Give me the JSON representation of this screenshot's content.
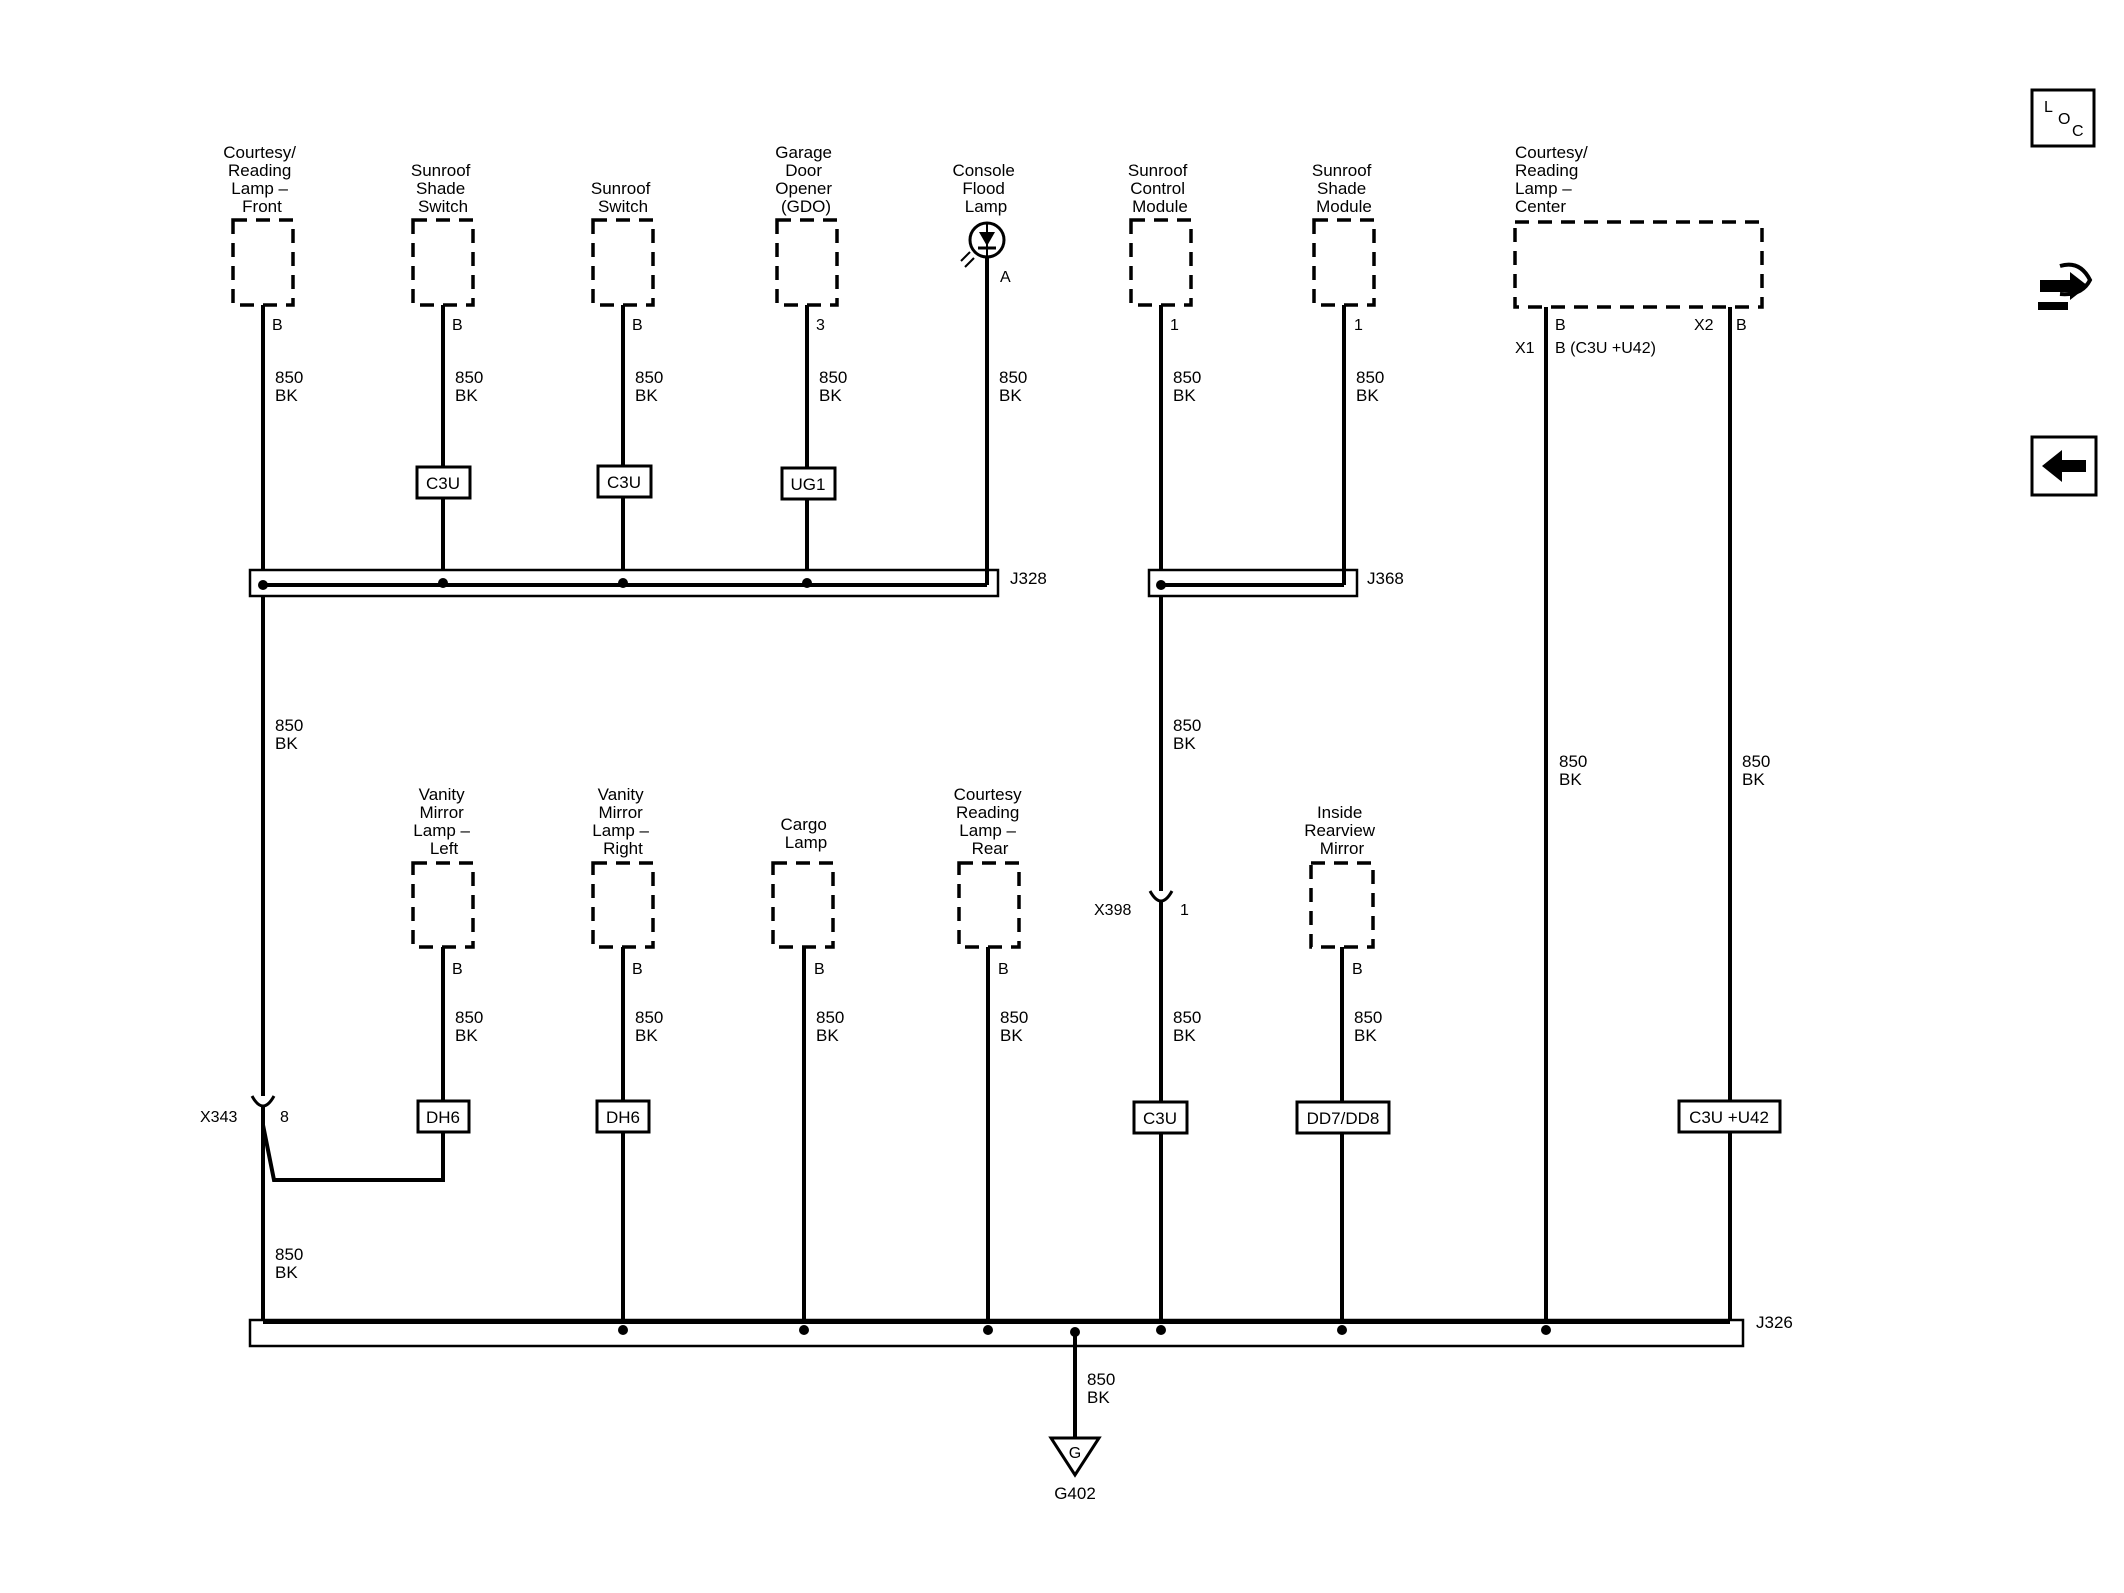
{
  "components": {
    "front_lamp": [
      "Courtesy/",
      "Reading",
      "Lamp –",
      "Front"
    ],
    "shade_switch": [
      "Sunroof",
      "Shade",
      "Switch"
    ],
    "sunroof_switch": [
      "Sunroof",
      "Switch"
    ],
    "gdo": [
      "Garage",
      "Door",
      "Opener",
      "(GDO)"
    ],
    "flood_lamp": [
      "Console",
      "Flood",
      "Lamp"
    ],
    "control_module": [
      "Sunroof",
      "Control",
      "Module"
    ],
    "shade_module": [
      "Sunroof",
      "Shade",
      "Module"
    ],
    "center_lamp": [
      "Courtesy/",
      "Reading",
      "Lamp –",
      "Center"
    ],
    "vanity_left": [
      "Vanity",
      "Mirror",
      "Lamp –",
      "Left"
    ],
    "vanity_right": [
      "Vanity",
      "Mirror",
      "Lamp –",
      "Right"
    ],
    "cargo": [
      "Cargo",
      "Lamp"
    ],
    "rear_lamp": [
      "Courtesy",
      "Reading",
      "Lamp –",
      "Rear"
    ],
    "mirror": [
      "Inside",
      "Rearview",
      "Mirror"
    ]
  },
  "pins": {
    "front_lamp": "B",
    "shade_switch": "B",
    "sunroof_switch": "B",
    "gdo": "3",
    "flood_lamp": "A",
    "control_module": "1",
    "shade_module": "1",
    "center_x1_label": "X1",
    "center_x1_pin": "B (C3U +U42)",
    "center_x2_label": "X2",
    "center_top_b1": "B",
    "center_top_b2": "B",
    "vanity_left": "B",
    "vanity_right": "B",
    "cargo": "B",
    "rear_lamp": "B",
    "mirror": "B"
  },
  "wire": {
    "circuit": "850",
    "color": "BK"
  },
  "options": {
    "shade_switch": "C3U",
    "sunroof_switch": "C3U",
    "gdo": "UG1",
    "vanity_left": "DH6",
    "vanity_right": "DH6",
    "control_module": "C3U",
    "mirror": "DD7/DD8",
    "center_lamp": "C3U +U42"
  },
  "splices": {
    "j328": "J328",
    "j368": "J368",
    "j326": "J326"
  },
  "connectors": {
    "x343": "X343",
    "x343_pin": "8",
    "x398": "X398",
    "x398_pin": "1"
  },
  "ground": {
    "symbol": "G",
    "name": "G402"
  },
  "icons": {
    "location": {
      "name": "loc-icon",
      "letters": [
        "L",
        "O",
        "C"
      ]
    },
    "connector": {
      "name": "connector-pinout-icon"
    },
    "back": {
      "name": "back-arrow-icon"
    }
  }
}
